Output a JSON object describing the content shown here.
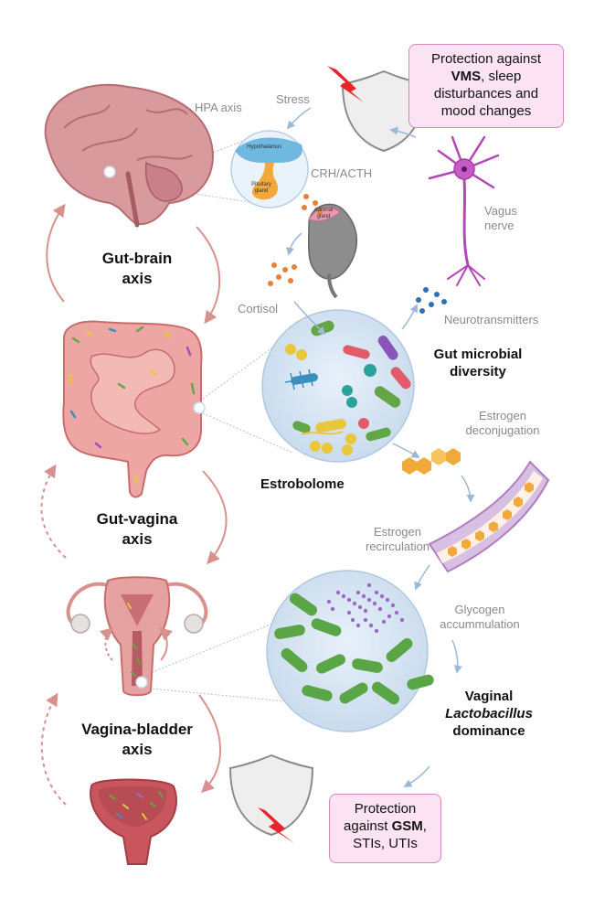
{
  "labels": {
    "hpa_axis": "HPA axis",
    "stress": "Stress",
    "crh_acth": "CRH/ACTH",
    "cortisol": "Cortisol",
    "vagus_line1": "Vagus",
    "vagus_line2": "nerve",
    "neurotransmitters": "Neurotransmitters",
    "gut_microbial_line1": "Gut microbial",
    "gut_microbial_line2": "diversity",
    "estrobolome": "Estrobolome",
    "estrogen_deconj_line1": "Estrogen",
    "estrogen_deconj_line2": "deconjugation",
    "estrogen_recirc_line1": "Estrogen",
    "estrogen_recirc_line2": "recirculation",
    "glycogen_line1": "Glycogen",
    "glycogen_line2": "accummulation",
    "vaginal_line1": "Vaginal",
    "vaginal_line2": "Lactobacillus",
    "vaginal_line3": "dominance",
    "hypothalamus": "Hypothalamus",
    "pituitary_line1": "Pituitary",
    "pituitary_line2": "gland",
    "adrenal_line1": "Adrenal",
    "adrenal_line2": "gland"
  },
  "axes": {
    "gut_brain_line1": "Gut-brain",
    "gut_brain_line2": "axis",
    "gut_vagina_line1": "Gut-vagina",
    "gut_vagina_line2": "axis",
    "vagina_bladder_line1": "Vagina-bladder",
    "vagina_bladder_line2": "axis"
  },
  "boxes": {
    "top_line1": "Protection against",
    "top_bold": "VMS",
    "top_line2_rest": ", sleep",
    "top_line3": "disturbances and",
    "top_line4": "mood changes",
    "bottom_line1": "Protection",
    "bottom_line2_pre": "against ",
    "bottom_bold": "GSM",
    "bottom_line2_post": ",",
    "bottom_line3": "STIs, UTIs"
  },
  "colors": {
    "axis_arrow": "#d9918e",
    "thin_arrow": "#9ab8d8",
    "box_fill": "#fbe3f3",
    "box_border": "#d884bf",
    "lightning": "#e8242a"
  }
}
